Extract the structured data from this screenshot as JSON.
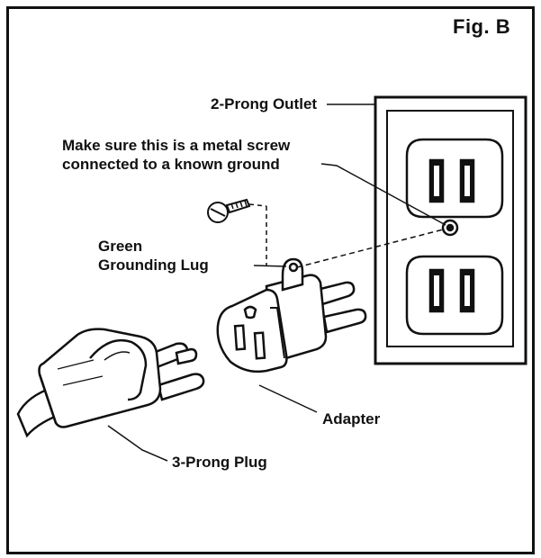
{
  "figure": {
    "label": "Fig. B"
  },
  "labels": {
    "outlet": "2-Prong Outlet",
    "screw_line1": "Make sure this is a metal screw",
    "screw_line2": "connected to a known ground",
    "lug_line1": "Green",
    "lug_line2": "Grounding Lug",
    "adapter": "Adapter",
    "plug": "3-Prong Plug"
  },
  "colors": {
    "ink": "#111111",
    "paper": "#ffffff",
    "shade": "#e6e6e6"
  }
}
